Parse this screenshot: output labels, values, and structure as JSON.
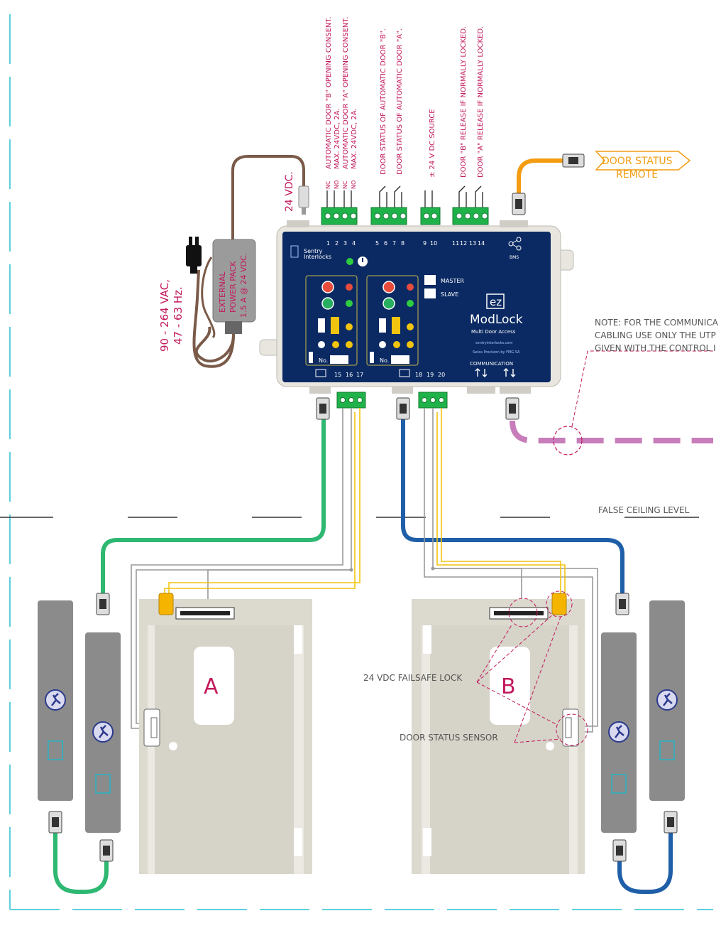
{
  "colors": {
    "border_dash": "#5fd0dc",
    "annotation_red": "#c2185b",
    "orange": "#f39c12",
    "green_cable": "#2eb872",
    "blue_cable": "#1f5fa8",
    "pink_cable": "#c77dba",
    "panel_blue": "#0b2a63",
    "door": "#dcd9cf",
    "terminal_green": "#20b24a",
    "button_gray": "#8b8b8b"
  },
  "power": {
    "input_line1": "90 - 264 VAC,",
    "input_line2": "47 - 63 Hz.",
    "pack_line1": "EXTERNAL",
    "pack_line2": "POWER PACK",
    "pack_line3": "1.5 A @ 24 VDC.",
    "dc_label": "24 VDC."
  },
  "top_labels": [
    "AUTOMATIC DOOR \"B\" OPENING CONSENT.",
    "MAX. 24VDC, 2A.",
    "AUTOMATIC DOOR \"A\" OPENING CONSENT.",
    "MAX. 24VDC, 2A.",
    "DOOR STATUS OF AUTOMATIC DOOR \"B\".",
    "DOOR STATUS OF AUTOMATIC DOOR \"A\".",
    "± 24 V DC SOURCE",
    "DOOR \"B\" RELEASE IF NORMALLY LOCKED.",
    "DOOR \"A\" RELEASE IF NORMALLY LOCKED."
  ],
  "terminal_small_labels": [
    "NC",
    "NO",
    "NC",
    "NO"
  ],
  "terminal_numbers_top": [
    "1",
    "2",
    "3",
    "4",
    "5",
    "6",
    "7",
    "8",
    "9",
    "10",
    "11",
    "12",
    "13",
    "14"
  ],
  "terminal_numbers_bottom": [
    "15",
    "16",
    "17",
    "18",
    "19",
    "20"
  ],
  "door_status_remote": {
    "line1": "DOOR STATUS",
    "line2": "REMOTE"
  },
  "controller": {
    "brand_line1": "Sentry",
    "brand_line2": "Interlocks",
    "master": "MASTER",
    "slave": "SLAVE",
    "badge": "ez",
    "product": "ModLock",
    "subtitle": "Multi Door Access",
    "url": "sentryinterlocks.com",
    "made": "Swiss Precision by FMG SA",
    "communication": "COMMUNICATION",
    "no_label": "No.",
    "bms": "BMS"
  },
  "note": {
    "line1": "NOTE: FOR THE COMMUNICA",
    "line2": "CABLING USE ONLY THE UTP",
    "line3": "GIVEN WITH THE CONTROL I"
  },
  "false_ceiling": "FALSE CEILING LEVEL",
  "doors": {
    "a_letter": "A",
    "b_letter": "B"
  },
  "callouts": {
    "failsafe_lock": "24 VDC FAILSAFE LOCK",
    "door_status_sensor": "DOOR STATUS SENSOR"
  }
}
